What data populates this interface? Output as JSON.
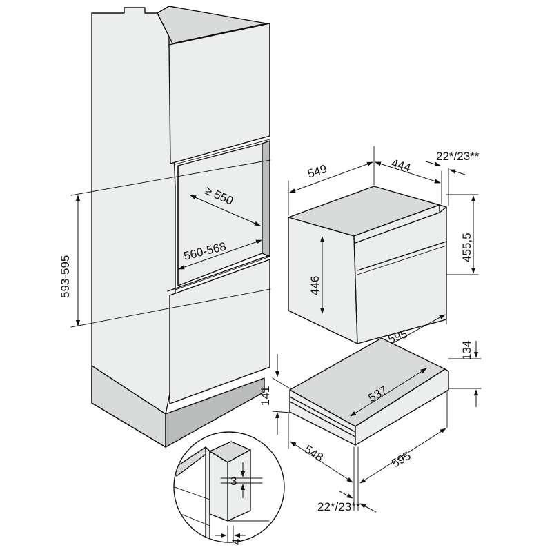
{
  "colors": {
    "light_face": "#eceeed",
    "mid_face": "#d9dbda",
    "dark_face": "#b9bcbb",
    "line": "#111111"
  },
  "labels": {
    "niche_depth": "≥ 550",
    "niche_width": "560-568",
    "niche_height": "593-595",
    "oven_depth": "549",
    "oven_top_depth": "444",
    "oven_front_gap": "22*/23**",
    "oven_front_height": "455,5",
    "oven_body_height": "446",
    "oven_width": "595",
    "drawer_height_front": "134",
    "drawer_height_total": "141",
    "drawer_inner_width": "537",
    "drawer_depth": "548",
    "drawer_width": "595",
    "drawer_front_gap": "22*/23**",
    "detail_gap_top": "3",
    "detail_gap_bottom": "4"
  }
}
